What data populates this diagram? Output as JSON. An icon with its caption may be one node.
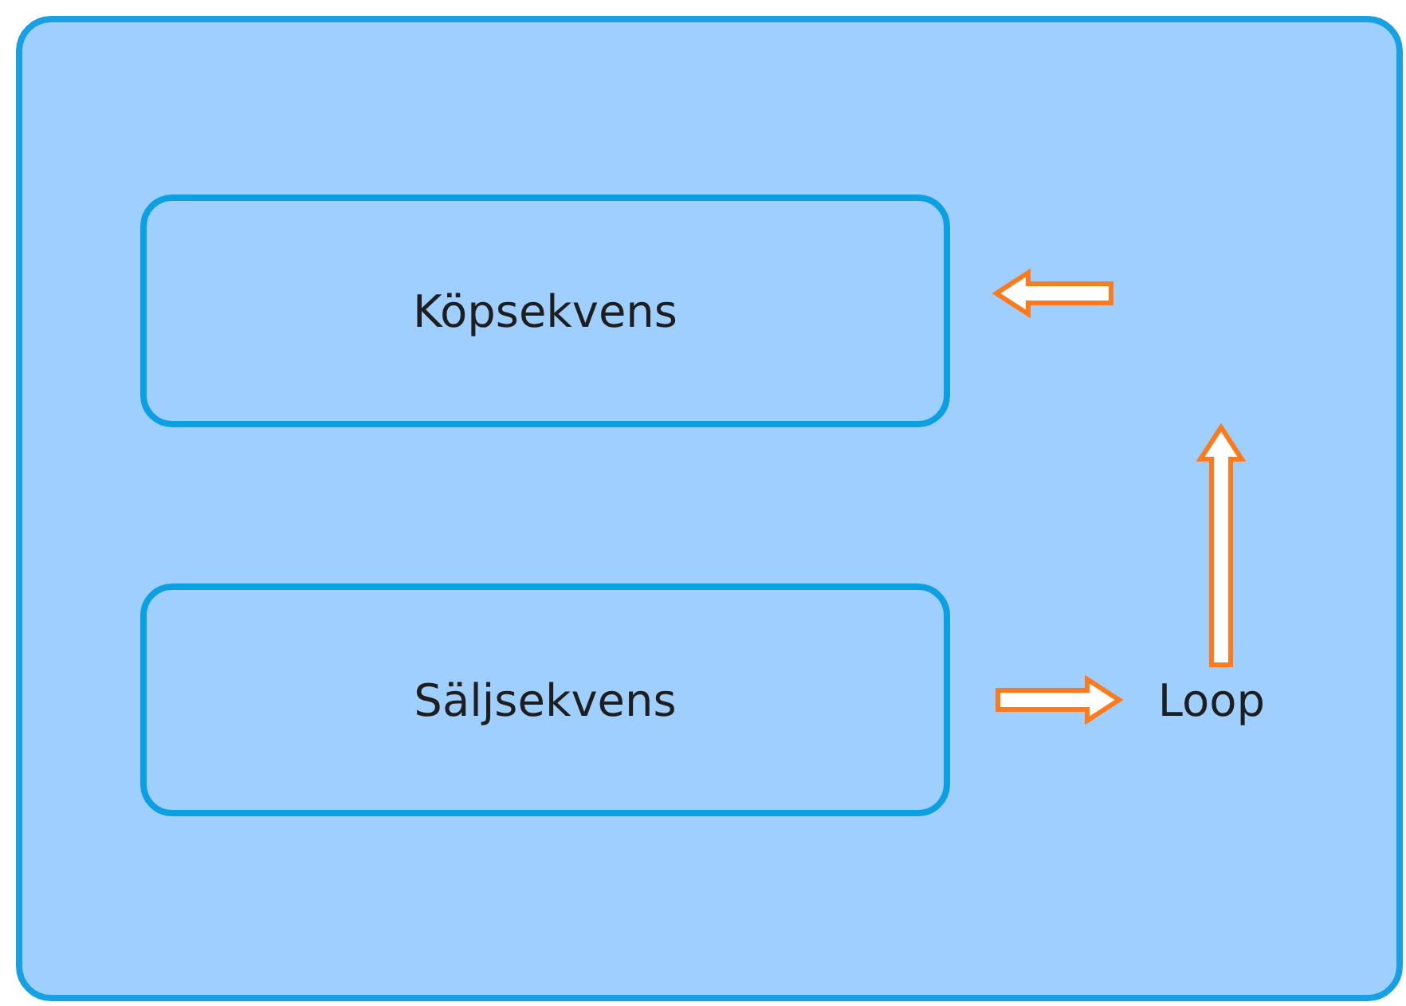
{
  "diagram": {
    "nodes": [
      {
        "text": [],
        "shape": "box"
      },
      {
        "text": [
          "Köpsekvens"
        ],
        "in": 0
      },
      {
        "text": [
          "Säljsekvens"
        ],
        "in": 0
      },
      {
        "text": [
          "Loop"
        ],
        "in": 0
      }
    ],
    "edges": [
      {
        "from": 2,
        "to": 3,
        "arrow": "to"
      },
      {
        "from": 3,
        "to": null,
        "arrow": "to"
      },
      {
        "from": null,
        "to": 1,
        "arrow": "to"
      }
    ]
  }
}
